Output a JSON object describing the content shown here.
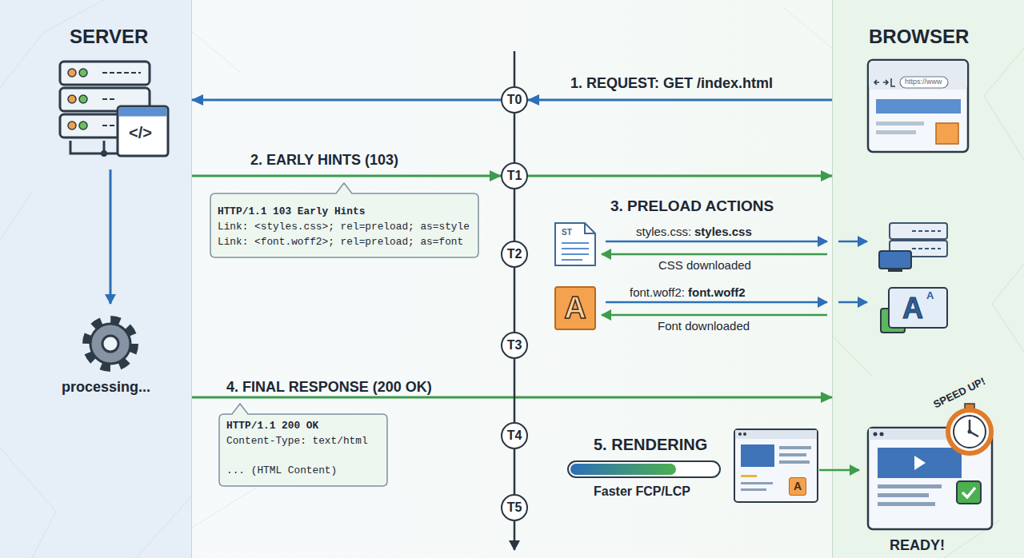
{
  "diagram": {
    "nodes": [
      {
        "text": [
          "SERVER"
        ]
      },
      {
        "text": [
          "BROWSER"
        ]
      },
      {
        "text": [
          "T0"
        ]
      },
      {
        "text": [
          "T1"
        ]
      },
      {
        "text": [
          "T2"
        ]
      },
      {
        "text": [
          "T3"
        ]
      },
      {
        "text": [
          "T4"
        ]
      },
      {
        "text": [
          "T5"
        ]
      },
      {
        "text": [
          "HTTP/1.1 103 Early Hints",
          "Link: <styles.css>; rel=preload; as=style",
          "Link: <font.woff2>; rel=preload; as=font"
        ]
      },
      {
        "text": [
          "HTTP/1.1 200 OK",
          "Content-Type: text/html",
          "... (HTML Content)"
        ]
      },
      {
        "text": [
          "ST"
        ]
      },
      {
        "text": [
          "A"
        ]
      },
      {
        "text": [
          "A",
          "A"
        ],
        "in": 1
      },
      {
        "text": [
          "A"
        ]
      }
    ],
    "edges": [
      {
        "from": 1,
        "to": 2,
        "arrow": "to",
        "label": "1. REQUEST: GET /index.html"
      },
      {
        "from": 2,
        "to": 0,
        "arrow": "to"
      },
      {
        "from": 0,
        "to": 3,
        "arrow": "to",
        "label": "2. EARLY HINTS (103)"
      },
      {
        "from": 3,
        "to": 1,
        "arrow": "to"
      },
      {
        "from": 0,
        "to": 1,
        "arrow": "to",
        "label": "4. FINAL RESPONSE (200 OK)"
      },
      {
        "from": 2,
        "to": 3,
        "arrow": "none"
      },
      {
        "from": 3,
        "to": 4,
        "arrow": "none"
      },
      {
        "from": 4,
        "to": 5,
        "arrow": "none"
      },
      {
        "from": 5,
        "to": 6,
        "arrow": "none"
      },
      {
        "from": 6,
        "to": 7,
        "arrow": "none"
      }
    ],
    "labels": [
      "3. PRELOAD ACTIONS",
      "styles.css:",
      "styles.css",
      "CSS downloaded",
      "font.woff2:",
      "font.woff2",
      "Font downloaded",
      "5. RENDERING",
      "Faster FCP/LCP",
      "READY!",
      "SPEED UP!",
      "processing...",
      "https://www",
      "</>"
    ]
  }
}
